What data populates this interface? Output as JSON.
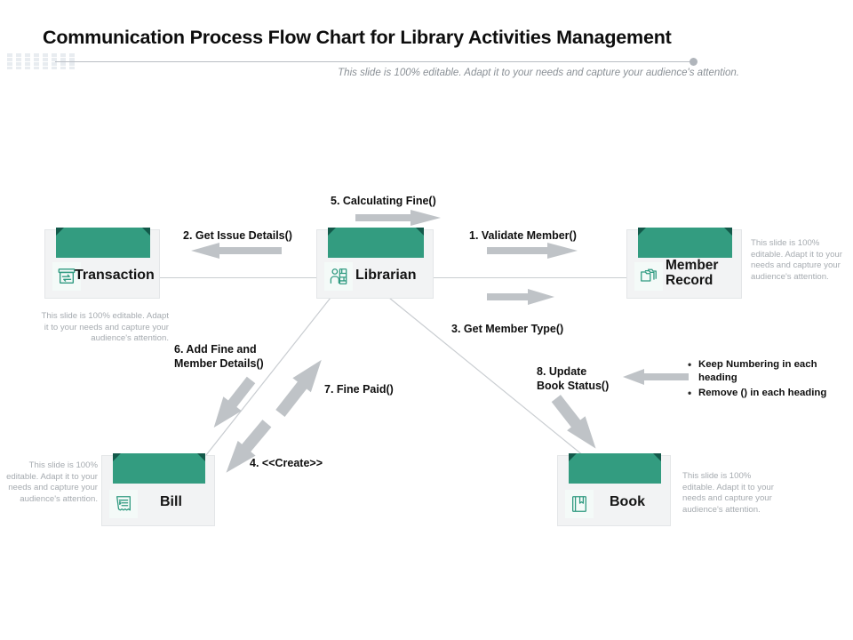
{
  "header": {
    "title": "Communication Process Flow Chart for Library Activities Management",
    "subtitle": "This slide is 100% editable. Adapt it to your needs and capture your audience's attention."
  },
  "colors": {
    "ribbon": "#339c80",
    "ribbon_notch": "#13594a",
    "card_bg": "#f2f3f4",
    "icon_tint": "#2f9a80",
    "arrow_gray": "#bfc3c7",
    "line_gray": "#c9cdd1",
    "filler_text": "#a6abb0",
    "title_text": "#0d0d0d"
  },
  "nodes": [
    {
      "id": "transaction",
      "label": "Transaction",
      "icon": "transaction-archive-icon"
    },
    {
      "id": "librarian",
      "label": "Librarian",
      "icon": "librarian-person-icon"
    },
    {
      "id": "member-record",
      "label": "Member\nRecord",
      "icon": "member-folders-icon"
    },
    {
      "id": "bill",
      "label": "Bill",
      "icon": "bill-receipt-icon"
    },
    {
      "id": "book",
      "label": "Book",
      "icon": "book-bookmark-icon"
    }
  ],
  "messages": [
    {
      "id": "m1",
      "label": "1. Validate Member()"
    },
    {
      "id": "m2",
      "label": "2. Get Issue Details()"
    },
    {
      "id": "m3",
      "label": "3. Get Member Type()"
    },
    {
      "id": "m4",
      "label": "4. <<Create>>"
    },
    {
      "id": "m5",
      "label": "5. Calculating Fine()"
    },
    {
      "id": "m6",
      "label": "6. Add Fine and\nMember Details()"
    },
    {
      "id": "m7",
      "label": "7. Fine Paid()"
    },
    {
      "id": "m8",
      "label": "8. Update\nBook Status()"
    }
  ],
  "fillers": {
    "transaction": "This slide is 100% editable. Adapt it to your needs and capture your audience's attention.",
    "member_record": "This slide is 100% editable. Adapt it to your needs and capture your audience's attention.",
    "bill": "This slide is 100% editable. Adapt it to your needs and capture your audience's attention.",
    "book": "This slide is 100% editable. Adapt it to your needs and capture your audience's attention."
  },
  "note": {
    "items": [
      "Keep Numbering in each heading",
      "Remove () in each heading"
    ]
  }
}
